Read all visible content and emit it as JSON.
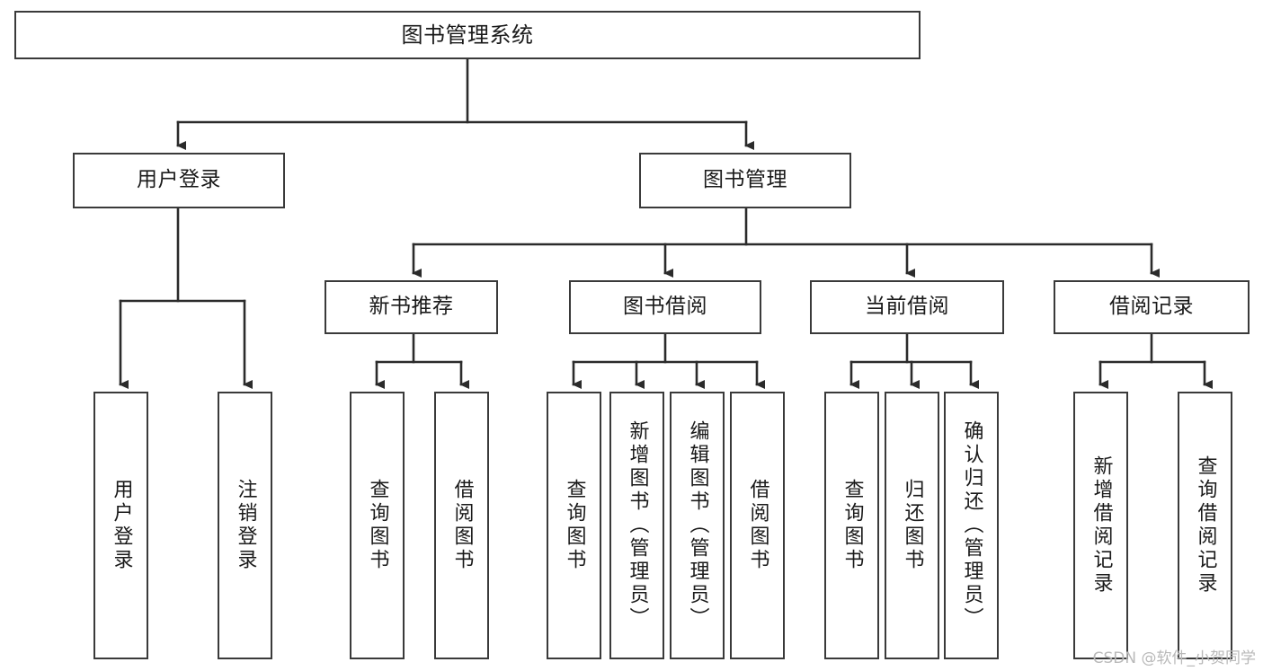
{
  "diagram": {
    "type": "tree",
    "title": "图书管理系统",
    "watermark": "CSDN @软件_小贺同学",
    "nodes": {
      "root": {
        "label": "图书管理系统"
      },
      "level1": [
        {
          "id": "user-login",
          "label": "用户登录"
        },
        {
          "id": "book-management",
          "label": "图书管理"
        }
      ],
      "level2": [
        {
          "id": "new-book-recommend",
          "label": "新书推荐"
        },
        {
          "id": "book-borrow",
          "label": "图书借阅"
        },
        {
          "id": "current-borrow",
          "label": "当前借阅"
        },
        {
          "id": "borrow-record",
          "label": "借阅记录"
        }
      ],
      "leaves": {
        "user_login": [
          {
            "id": "leaf-user-login",
            "label": "用户登录"
          },
          {
            "id": "leaf-logout",
            "label": "注销登录"
          }
        ],
        "new_book_recommend": [
          {
            "id": "leaf-query-book-1",
            "label": "查询图书"
          },
          {
            "id": "leaf-borrow-book-1",
            "label": "借阅图书"
          }
        ],
        "book_borrow": [
          {
            "id": "leaf-query-book-2",
            "label": "查询图书"
          },
          {
            "id": "leaf-add-book",
            "label": "新增图书（管理员）"
          },
          {
            "id": "leaf-edit-book",
            "label": "编辑图书（管理员）"
          },
          {
            "id": "leaf-borrow-book-2",
            "label": "借阅图书"
          }
        ],
        "current_borrow": [
          {
            "id": "leaf-query-book-3",
            "label": "查询图书"
          },
          {
            "id": "leaf-return-book",
            "label": "归还图书"
          },
          {
            "id": "leaf-confirm-return",
            "label": "确认归还（管理员）"
          }
        ],
        "borrow_record": [
          {
            "id": "leaf-add-record",
            "label": "新增借阅记录"
          },
          {
            "id": "leaf-query-record",
            "label": "查询借阅记录"
          }
        ]
      }
    },
    "colors": {
      "stroke": "#3a3a3a",
      "fill": "#ffffff",
      "text": "#1a1a1a",
      "watermark": "#b9b9b9"
    }
  }
}
